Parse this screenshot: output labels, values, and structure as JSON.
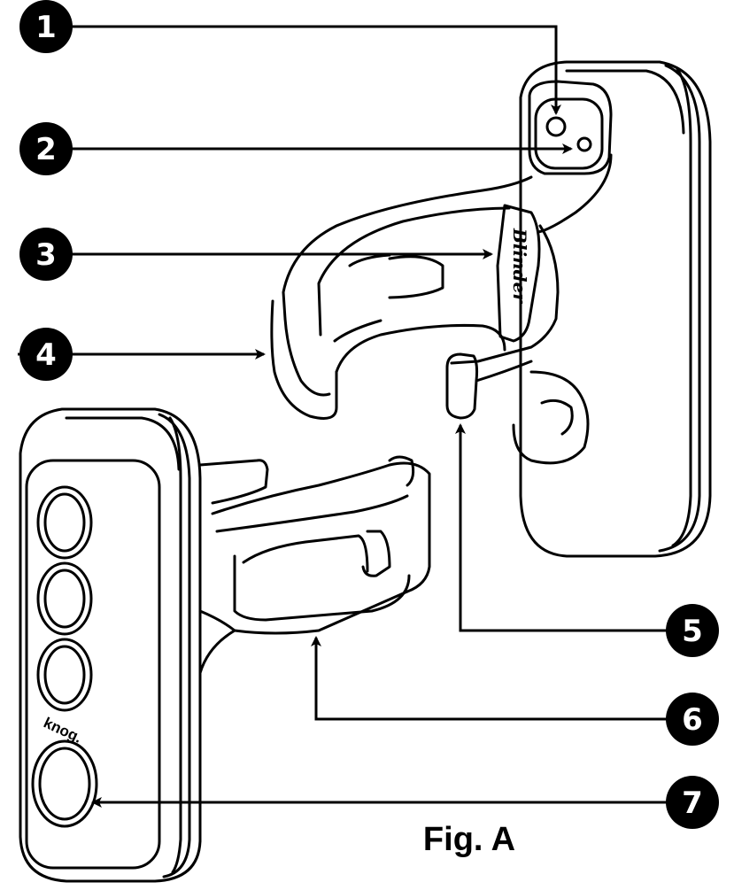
{
  "figure": {
    "caption": "Fig. A",
    "device_brand_text": "Blinder",
    "device_logo_text": "knog."
  },
  "callouts": [
    {
      "number": "1"
    },
    {
      "number": "2"
    },
    {
      "number": "3"
    },
    {
      "number": "4"
    },
    {
      "number": "5"
    },
    {
      "number": "6"
    },
    {
      "number": "7"
    }
  ],
  "colors": {
    "ink": "#000000",
    "paper": "#ffffff"
  }
}
